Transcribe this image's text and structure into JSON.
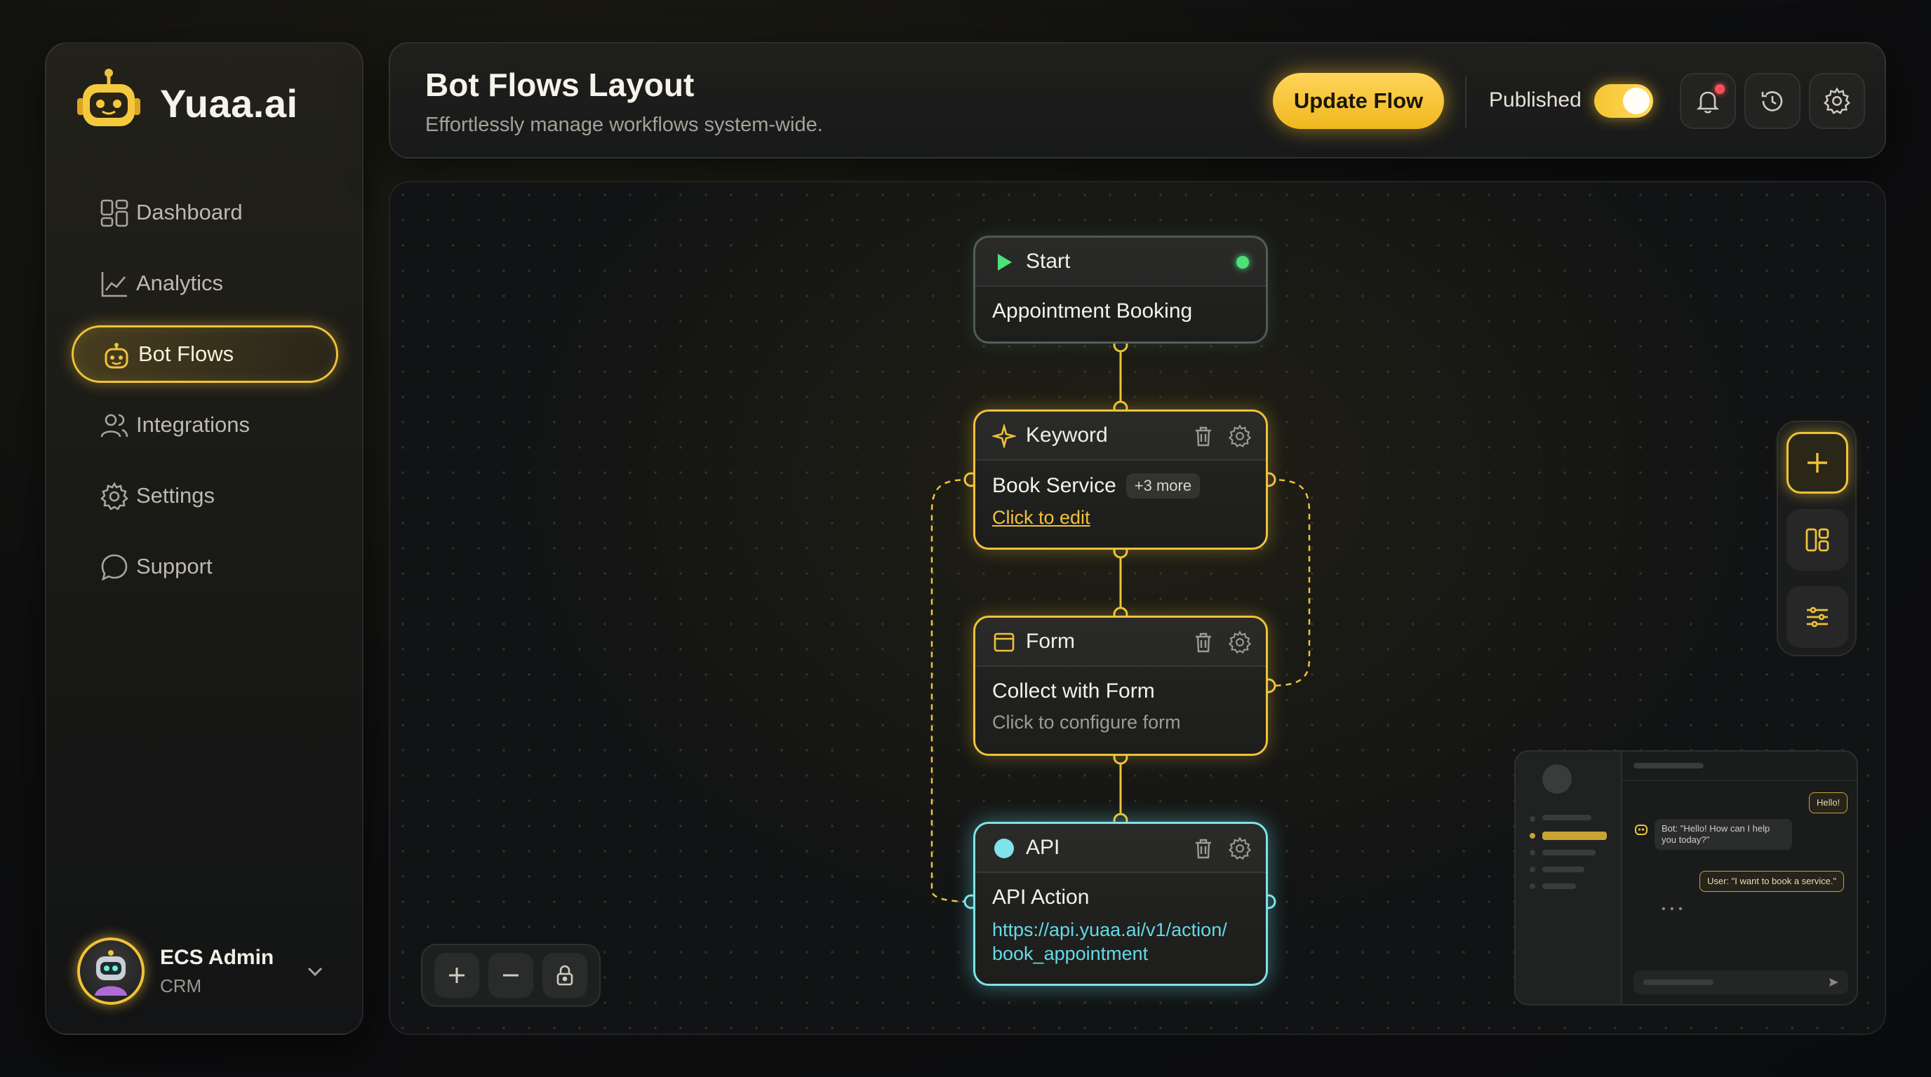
{
  "app": {
    "name": "Yuaa.ai",
    "accent": "#f0c23a",
    "api_accent": "#7fe3e8"
  },
  "sidebar": {
    "items": [
      {
        "label": "Dashboard",
        "icon": "dashboard-icon",
        "active": false
      },
      {
        "label": "Analytics",
        "icon": "analytics-icon",
        "active": false
      },
      {
        "label": "Bot Flows",
        "icon": "bot-icon",
        "active": true
      },
      {
        "label": "Integrations",
        "icon": "users-icon",
        "active": false
      },
      {
        "label": "Settings",
        "icon": "gear-icon",
        "active": false
      },
      {
        "label": "Support",
        "icon": "chat-bubble-icon",
        "active": false
      }
    ],
    "profile": {
      "name": "ECS Admin",
      "role": "CRM"
    }
  },
  "header": {
    "title": "Bot Flows Layout",
    "subtitle": "Effortlessly manage workflows system-wide.",
    "update_label": "Update Flow",
    "published_label": "Published",
    "published": true
  },
  "flow": {
    "start": {
      "head": "Start",
      "title": "Appointment Booking"
    },
    "keyword": {
      "head": "Keyword",
      "title": "Book Service",
      "badge": "+3 more",
      "link": "Click to edit"
    },
    "form": {
      "head": "Form",
      "title": "Collect with Form",
      "sub": "Click to configure form"
    },
    "api": {
      "head": "API",
      "title": "API Action",
      "url_line1": "https://api.yuaa.ai/v1/action/",
      "url_line2": "book_appointment"
    }
  },
  "preview": {
    "user_hello": "Hello!",
    "bot_msg": "Bot: \"Hello! How can I help you today?\"",
    "user_msg": "User: \"I want to book a service.\"",
    "typing": "• • •"
  }
}
